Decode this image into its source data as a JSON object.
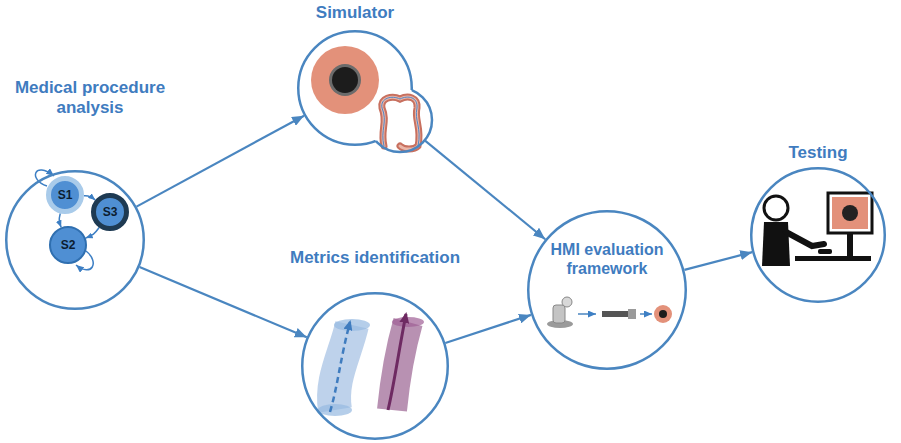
{
  "diagram": {
    "nodes": [
      {
        "text": [
          "Medical procedure analysis"
        ]
      },
      {
        "text": [
          "S1"
        ],
        "in": 0
      },
      {
        "text": [
          "S2"
        ],
        "in": 0
      },
      {
        "text": [
          "S3"
        ],
        "in": 0
      },
      {
        "text": [
          "Simulator"
        ]
      },
      {
        "text": [
          "Metrics identification"
        ]
      },
      {
        "text": [
          "HMI evaluation framework"
        ]
      },
      {
        "text": [
          "Testing"
        ]
      }
    ],
    "edges": [
      {
        "from": 0,
        "to": 4,
        "arrow": "to"
      },
      {
        "from": 0,
        "to": 5,
        "arrow": "to"
      },
      {
        "from": 4,
        "to": 6,
        "arrow": "to"
      },
      {
        "from": 5,
        "to": 6,
        "arrow": "to"
      },
      {
        "from": 6,
        "to": 7,
        "arrow": "to"
      },
      {
        "from": 1,
        "to": 3,
        "arrow": "to"
      },
      {
        "from": 1,
        "to": 2,
        "arrow": "to"
      },
      {
        "from": 3,
        "to": 2,
        "arrow": "to"
      }
    ]
  }
}
